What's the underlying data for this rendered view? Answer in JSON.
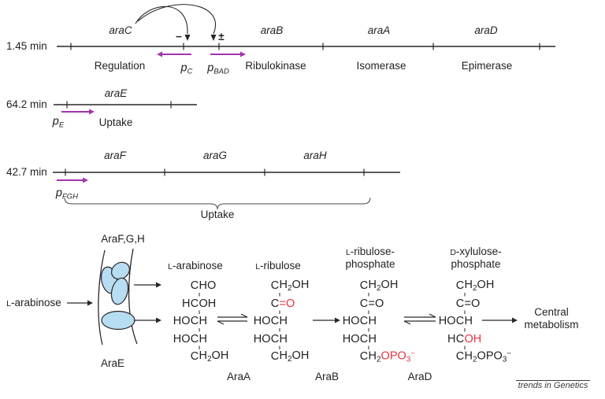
{
  "colors": {
    "purple": "#a234ad",
    "red": "#e73440",
    "line": "#2a2627",
    "membrane_fill": "#b7ddf2",
    "text": "#231f20"
  },
  "maps": [
    {
      "min": "1.45 min",
      "genes": [
        {
          "name": "araC",
          "product": "Regulation"
        },
        {
          "name": "araB",
          "product": "Ribulokinase"
        },
        {
          "name": "araA",
          "product": "Isomerase"
        },
        {
          "name": "araD",
          "product": "Epimerase"
        }
      ],
      "promoters": [
        {
          "base": "p",
          "sub": "C"
        },
        {
          "base": "p",
          "sub": "BAD"
        }
      ],
      "reg_minus": "−",
      "reg_pm": "±"
    },
    {
      "min": "64.2 min",
      "genes": [
        {
          "name": "araE",
          "product": "Uptake"
        }
      ],
      "promoters": [
        {
          "base": "p",
          "sub": "E"
        }
      ]
    },
    {
      "min": "42.7 min",
      "genes": [
        {
          "name": "araF"
        },
        {
          "name": "araG"
        },
        {
          "name": "araH"
        }
      ],
      "promoters": [
        {
          "base": "p",
          "sub": "FGH"
        }
      ],
      "brace_label": "Uptake"
    }
  ],
  "pathway": {
    "transporter_top": "AraF,G,H",
    "transporter_bottom": "AraE",
    "substrate": {
      "prefix": "L",
      "rest": "-arabinose"
    },
    "molecules": [
      {
        "title": [
          {
            "prefix": "L",
            "rest": "-arabinose"
          }
        ],
        "rows": [
          {
            "l": "",
            "c": "C",
            "r": [
              {
                "t": "HO"
              }
            ]
          },
          {
            "l": "H",
            "c": "C",
            "r": [
              {
                "t": "OH"
              }
            ]
          },
          {
            "l": "HO",
            "c": "C",
            "r": [
              {
                "t": "H"
              }
            ]
          },
          {
            "l": "HO",
            "c": "C",
            "r": [
              {
                "t": "H"
              }
            ]
          },
          {
            "l": "",
            "c": "C",
            "r": [
              {
                "t": "H"
              },
              {
                "t": "2",
                "sub": true
              },
              {
                "t": "OH"
              }
            ]
          }
        ]
      },
      {
        "title": [
          {
            "prefix": "L",
            "rest": "-ribulose"
          }
        ],
        "rows": [
          {
            "l": "",
            "c": "C",
            "r": [
              {
                "t": "H"
              },
              {
                "t": "2",
                "sub": true
              },
              {
                "t": "OH"
              }
            ]
          },
          {
            "l": "",
            "c": "C",
            "r": [
              {
                "t": "=O",
                "red": true
              }
            ]
          },
          {
            "l": "HO",
            "c": "C",
            "r": [
              {
                "t": "H"
              }
            ]
          },
          {
            "l": "HO",
            "c": "C",
            "r": [
              {
                "t": "H"
              }
            ]
          },
          {
            "l": "",
            "c": "C",
            "r": [
              {
                "t": "H"
              },
              {
                "t": "2",
                "sub": true
              },
              {
                "t": "OH"
              }
            ]
          }
        ]
      },
      {
        "title": [
          {
            "prefix": "L",
            "rest": "-ribulose-"
          },
          {
            "prefix": "",
            "rest": "phosphate"
          }
        ],
        "rows": [
          {
            "l": "",
            "c": "C",
            "r": [
              {
                "t": "H"
              },
              {
                "t": "2",
                "sub": true
              },
              {
                "t": "OH"
              }
            ]
          },
          {
            "l": "",
            "c": "C",
            "r": [
              {
                "t": "=O"
              }
            ]
          },
          {
            "l": "HO",
            "c": "C",
            "r": [
              {
                "t": "H"
              }
            ]
          },
          {
            "l": "HO",
            "c": "C",
            "r": [
              {
                "t": "H"
              }
            ]
          },
          {
            "l": "",
            "c": "C",
            "r": [
              {
                "t": "H"
              },
              {
                "t": "2",
                "sub": true
              },
              {
                "t": "OPO",
                "red": true
              },
              {
                "t": "3",
                "sub": true,
                "red": true
              },
              {
                "t": "−",
                "sup": true,
                "red": true
              }
            ]
          }
        ]
      },
      {
        "title": [
          {
            "prefix": "D",
            "rest": "-xylulose-"
          },
          {
            "prefix": "",
            "rest": "phosphate"
          }
        ],
        "rows": [
          {
            "l": "",
            "c": "C",
            "r": [
              {
                "t": "H"
              },
              {
                "t": "2",
                "sub": true
              },
              {
                "t": "OH"
              }
            ]
          },
          {
            "l": "",
            "c": "C",
            "r": [
              {
                "t": "=O"
              }
            ]
          },
          {
            "l": "HO",
            "c": "C",
            "r": [
              {
                "t": "H"
              }
            ]
          },
          {
            "l": "H",
            "c": "C",
            "r": [
              {
                "t": "OH",
                "red": true
              }
            ]
          },
          {
            "l": "",
            "c": "C",
            "r": [
              {
                "t": "H"
              },
              {
                "t": "2",
                "sub": true
              },
              {
                "t": "OPO"
              },
              {
                "t": "3",
                "sub": true
              },
              {
                "t": "−",
                "sup": true
              }
            ]
          }
        ]
      }
    ],
    "enzymes": [
      "AraA",
      "AraB",
      "AraD"
    ],
    "output_lines": [
      "Central",
      "metabolism"
    ]
  },
  "footer": {
    "brand": "trends in Genetics"
  }
}
